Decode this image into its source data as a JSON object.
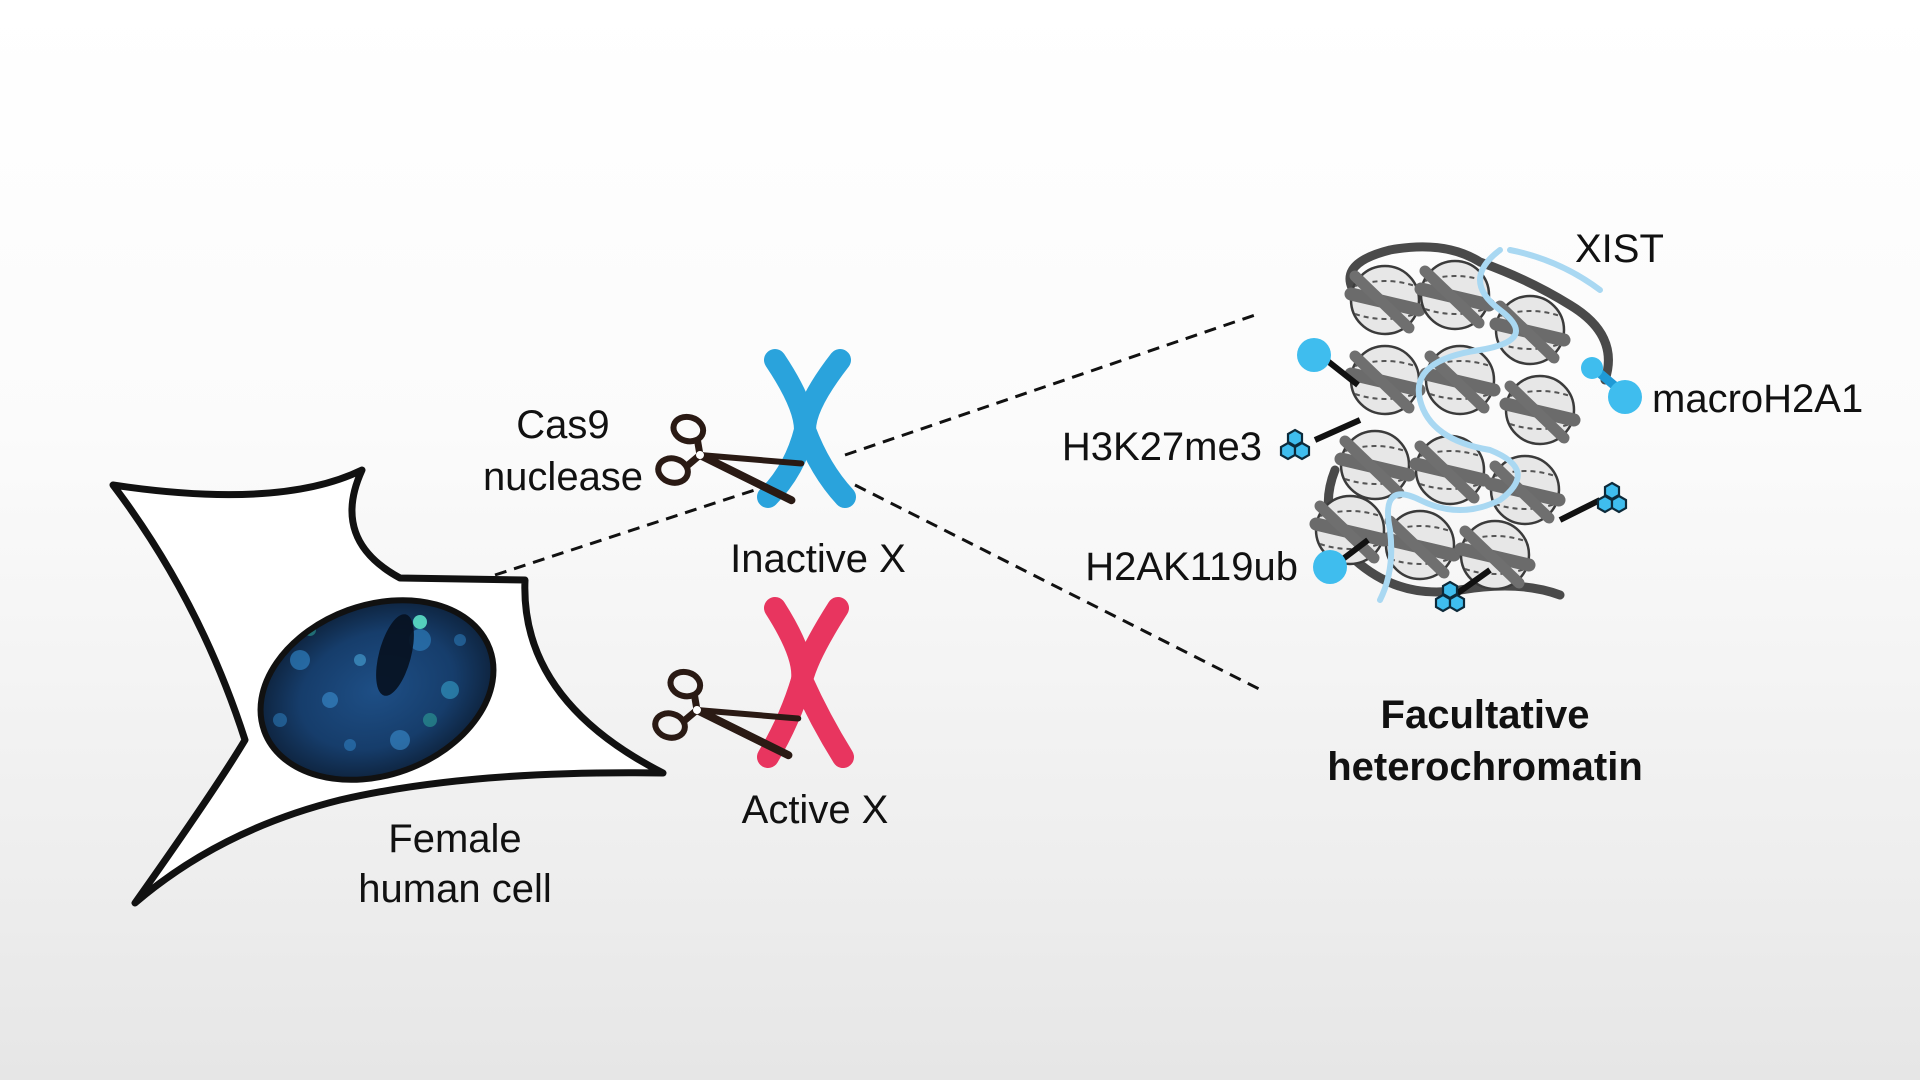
{
  "labels": {
    "cas9_line1": "Cas9",
    "cas9_line2": "nuclease",
    "inactive_x": "Inactive X",
    "active_x": "Active X",
    "cell_line1": "Female",
    "cell_line2": "human cell",
    "xist": "XIST",
    "macroh2a1": "macroH2A1",
    "h3k27me3": "H3K27me3",
    "h2ak119ub": "H2AK119ub",
    "facultative_line1": "Facultative",
    "facultative_line2": "heterochromatin"
  },
  "colors": {
    "inactive_chromosome": "#2aa3dc",
    "active_chromosome": "#e8355f",
    "mark_blue": "#3fbdee",
    "xist_rna": "#a9d8f2",
    "nucleus_dark": "#0c1d33",
    "nucleus_speckle": "#2e7fbf",
    "chromatin_gray": "#8e8e8e",
    "scissors_handle": "#2a1a14"
  },
  "icons": {
    "scissors": "scissors-icon",
    "hexagon_cluster": "hexagon-cluster-icon",
    "ball_on_stick": "ball-stick-icon"
  }
}
